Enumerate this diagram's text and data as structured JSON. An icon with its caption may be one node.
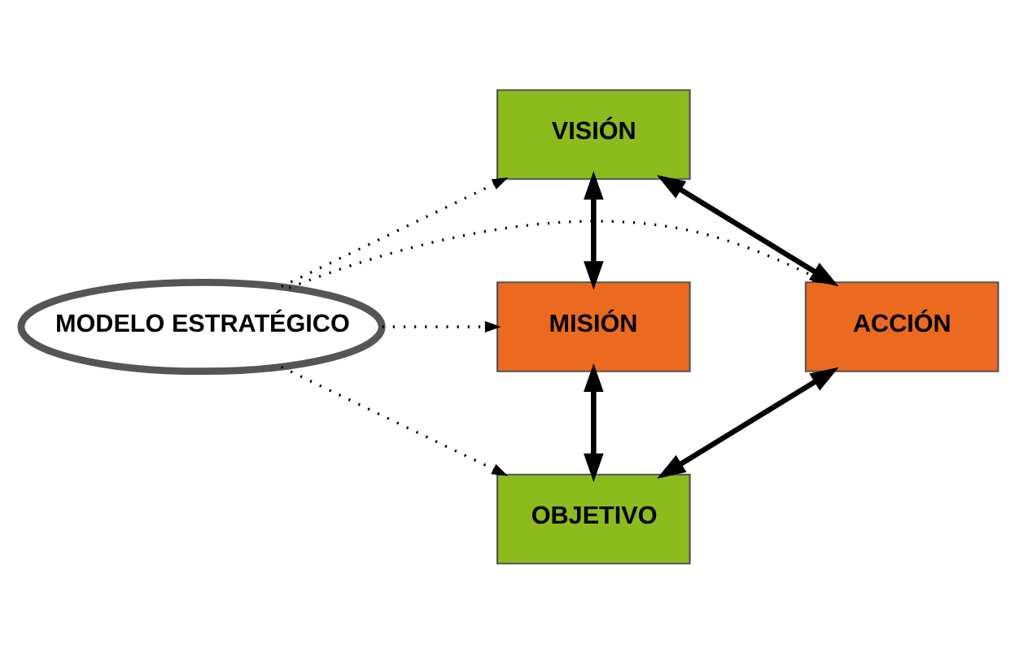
{
  "diagram": {
    "nodes": [
      {
        "text": [
          "VISIÓN"
        ]
      },
      {
        "text": [
          "ACCIÓN"
        ]
      },
      {
        "text": [
          "MODELO ESTRATÉGICO"
        ]
      },
      {
        "text": [
          "MISIÓN"
        ]
      },
      {
        "text": [
          "OBJETIVO"
        ]
      }
    ],
    "edges": [
      {
        "from": 2,
        "to": 0,
        "arrow": "to",
        "style": "dashed"
      },
      {
        "from": 2,
        "to": 1,
        "arrow": "to",
        "style": "dashed"
      },
      {
        "from": 2,
        "to": 3,
        "arrow": "to",
        "style": "dashed"
      },
      {
        "from": 2,
        "to": 4,
        "arrow": "to",
        "style": "dashed"
      },
      {
        "from": 0,
        "to": 3,
        "arrow": "both",
        "style": "thick"
      },
      {
        "from": 3,
        "to": 4,
        "arrow": "both",
        "style": "thick"
      },
      {
        "from": 4,
        "to": 1,
        "arrow": "both",
        "style": "thick"
      },
      {
        "from": 1,
        "to": 0,
        "arrow": "both",
        "style": "thick"
      }
    ]
  }
}
